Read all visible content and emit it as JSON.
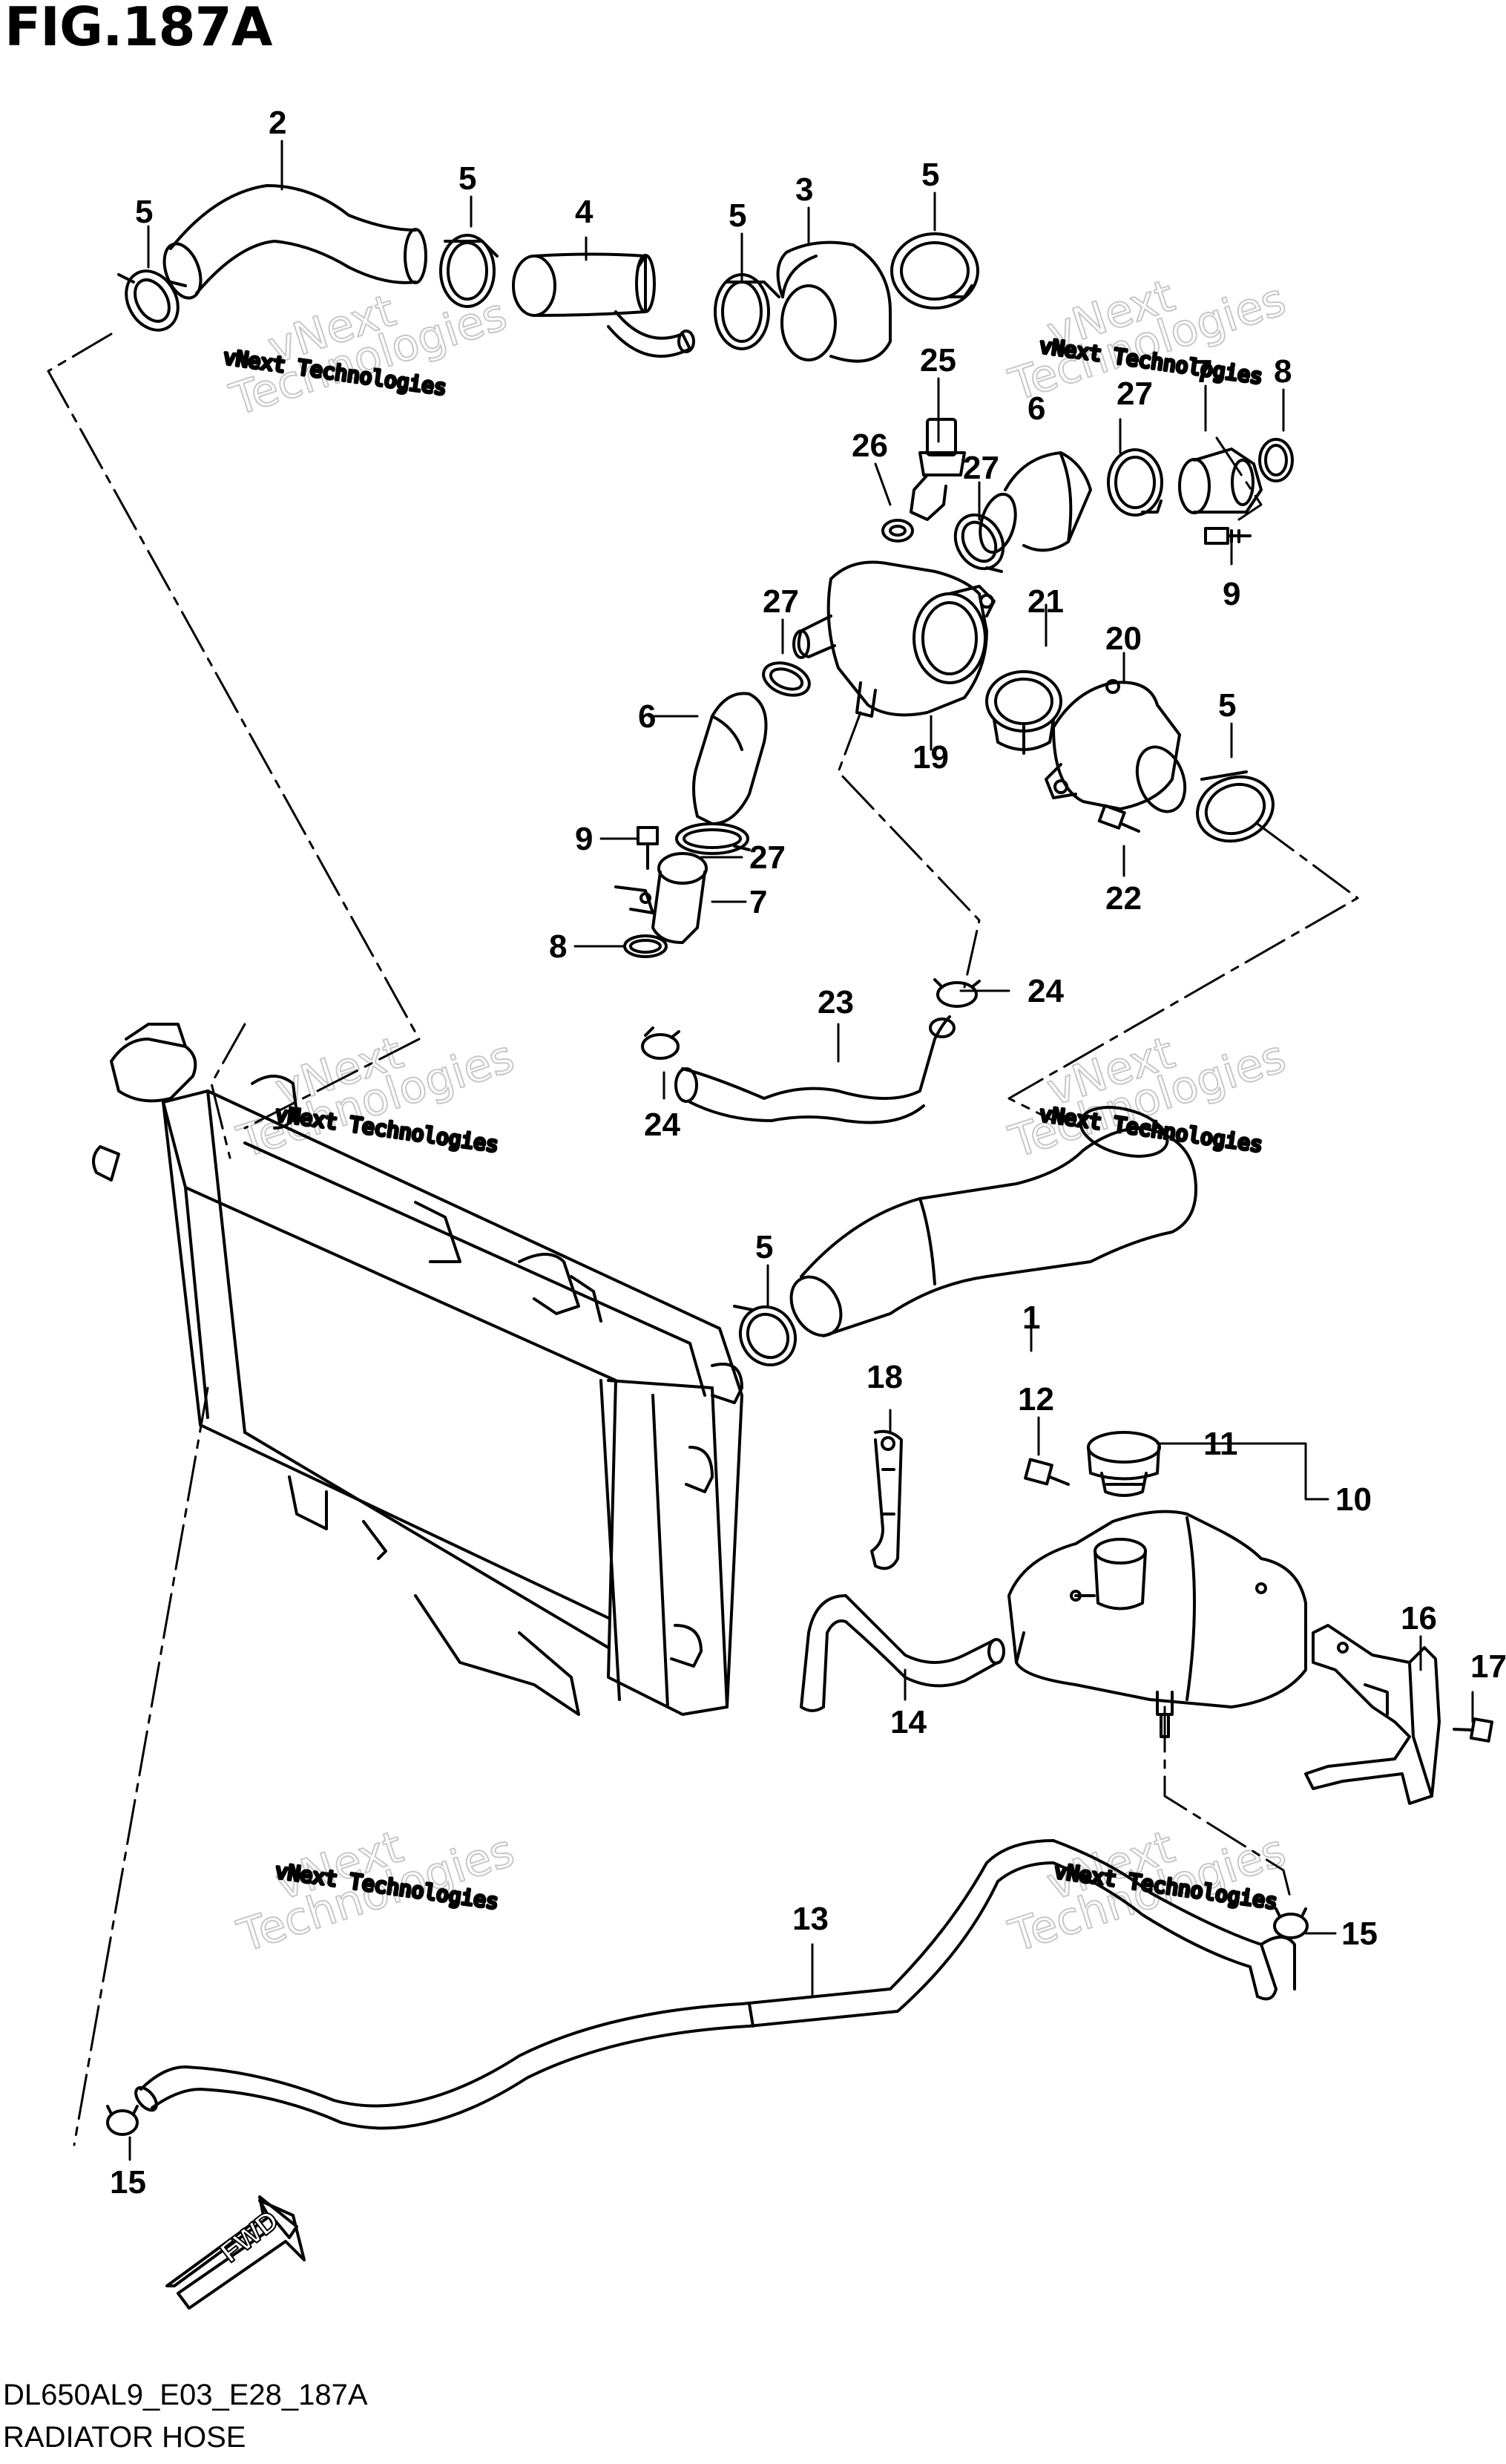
{
  "figure": {
    "title": "FIG.187A",
    "code": "DL650AL9_E03_E28_187A",
    "name": "RADIATOR HOSE"
  },
  "watermark": {
    "line1": "vNext Technologies",
    "line2a": "vNext",
    "line2b": "Technologies"
  },
  "fwd_label": "FWD",
  "callouts": {
    "c1": "1",
    "c2": "2",
    "c3": "3",
    "c4": "4",
    "c5a": "5",
    "c5b": "5",
    "c5c": "5",
    "c5d": "5",
    "c5e": "5",
    "c5f": "5",
    "c6a": "6",
    "c6b": "6",
    "c7a": "7",
    "c7b": "7",
    "c8a": "8",
    "c8b": "8",
    "c9a": "9",
    "c9b": "9",
    "c10": "10",
    "c11": "11",
    "c12": "12",
    "c13": "13",
    "c14": "14",
    "c15a": "15",
    "c15b": "15",
    "c16": "16",
    "c17": "17",
    "c18": "18",
    "c19": "19",
    "c20": "20",
    "c21": "21",
    "c22": "22",
    "c23": "23",
    "c24a": "24",
    "c24b": "24",
    "c25": "25",
    "c26": "26",
    "c27a": "27",
    "c27b": "27",
    "c27c": "27",
    "c27d": "27"
  }
}
